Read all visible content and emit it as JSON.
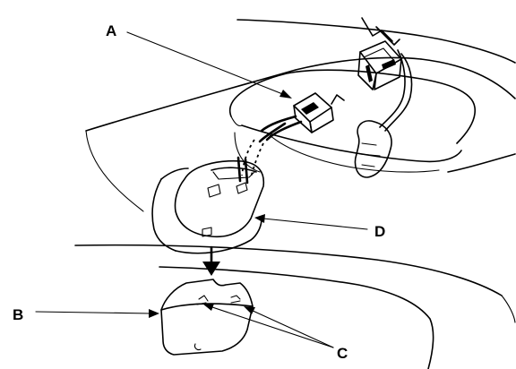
{
  "callouts": {
    "a": "A",
    "b": "B",
    "c": "C",
    "d": "D"
  },
  "colors": {
    "ink": "#000000",
    "paper": "#ffffff"
  }
}
